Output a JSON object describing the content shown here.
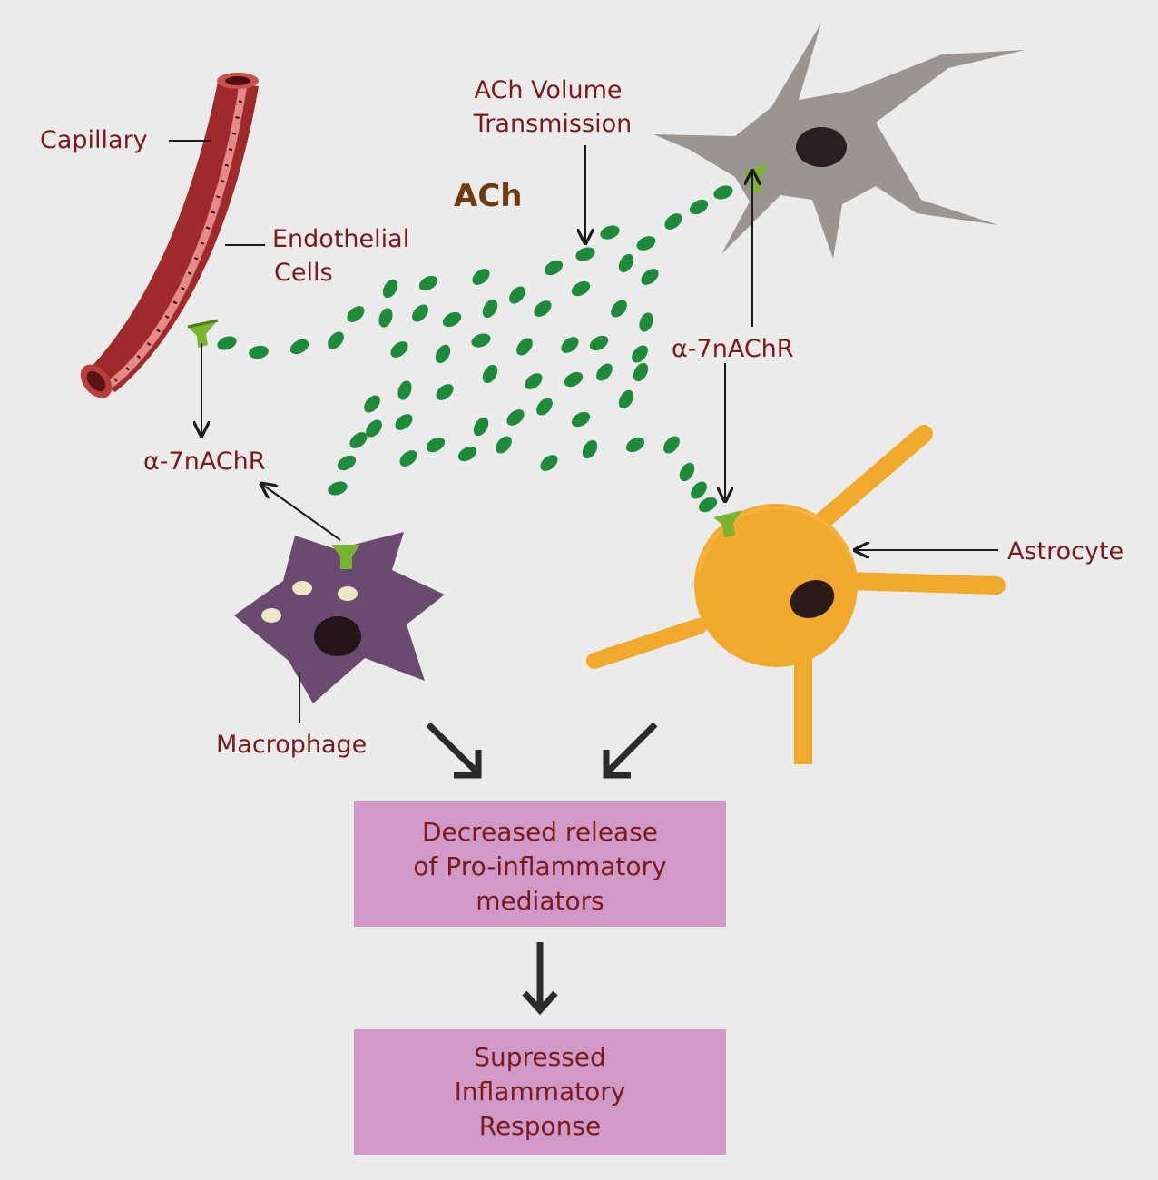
{
  "labels": {
    "capillary": "Capillary",
    "endothelial_line1": "Endothelial",
    "endothelial_line2": "Cells",
    "ach": "ACh",
    "ach_volume_line1": "ACh Volume",
    "ach_volume_line2": "Transmission",
    "receptor_left": "α-7nAChR",
    "receptor_right": "α-7nAChR",
    "astrocyte": "Astrocyte",
    "macrophage": "Macrophage"
  },
  "boxes": {
    "decreased": {
      "line1": "Decreased release",
      "line2": "of Pro-inflammatory",
      "line3": "mediators"
    },
    "suppressed": {
      "line1": "Supressed",
      "line2": "Inflammatory",
      "line3": "Response"
    }
  },
  "colors": {
    "background": "#ebebeb",
    "capillary": "#9e2a2b",
    "neuron": "#9b9592",
    "macrophage": "#6b4a6f",
    "astrocyte": "#f0a92c",
    "ach_molecule": "#1e8a3c",
    "receptor": "#7ab530",
    "box_fill": "#d199c8",
    "label_text": "#7a1a1c"
  }
}
